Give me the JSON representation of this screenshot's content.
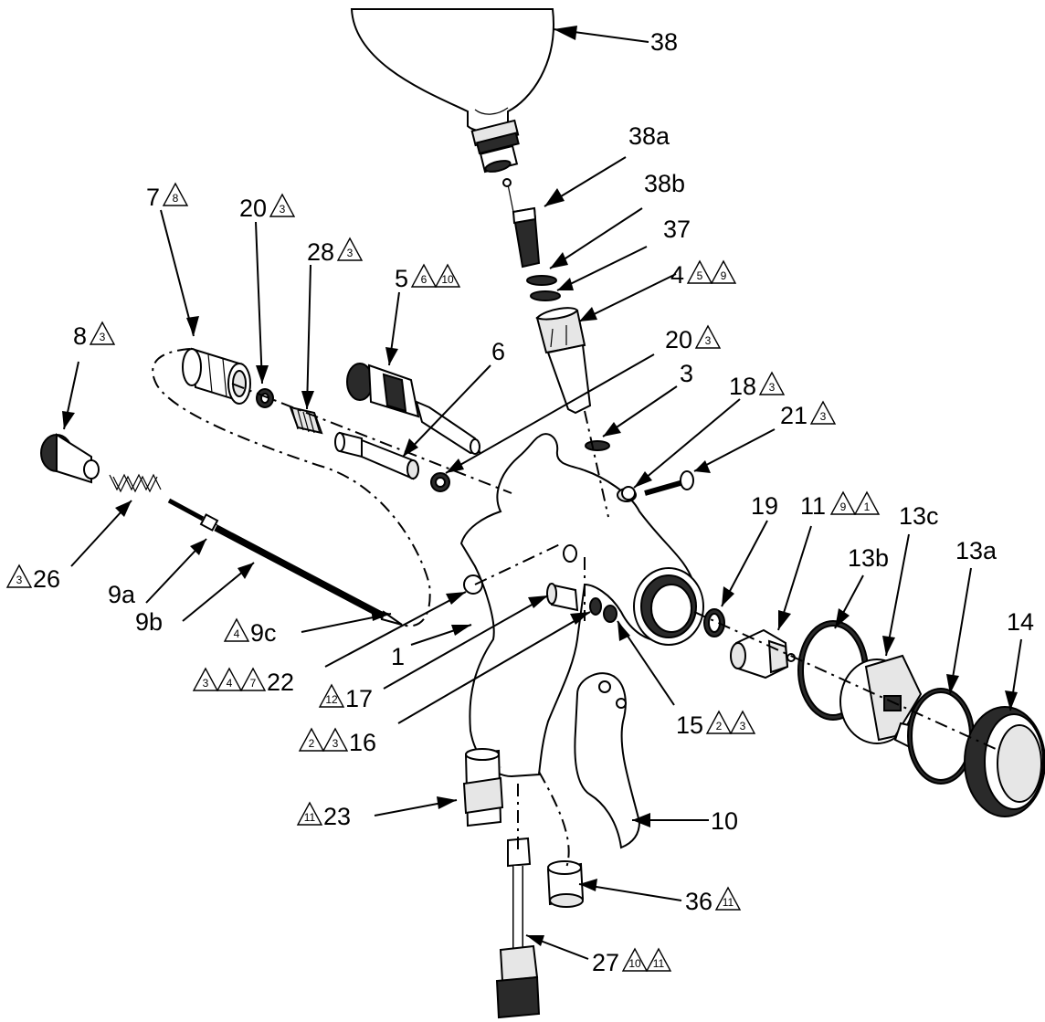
{
  "callouts": [
    {
      "id": "38",
      "text": "38",
      "tri": []
    },
    {
      "id": "38a",
      "text": "38a",
      "tri": []
    },
    {
      "id": "38b",
      "text": "38b",
      "tri": []
    },
    {
      "id": "37",
      "text": "37",
      "tri": []
    },
    {
      "id": "4",
      "text": "4",
      "tri": [
        "5",
        "9"
      ]
    },
    {
      "id": "7",
      "text": "7",
      "tri": [
        "8"
      ]
    },
    {
      "id": "20a",
      "text": "20",
      "tri": [
        "3"
      ]
    },
    {
      "id": "28",
      "text": "28",
      "tri": [
        "3"
      ]
    },
    {
      "id": "5",
      "text": "5",
      "tri": [
        "6",
        "10"
      ]
    },
    {
      "id": "20b",
      "text": "20",
      "tri": [
        "3"
      ]
    },
    {
      "id": "6",
      "text": "6",
      "tri": []
    },
    {
      "id": "3",
      "text": "3",
      "tri": []
    },
    {
      "id": "18",
      "text": "18",
      "tri": [
        "3"
      ]
    },
    {
      "id": "21",
      "text": "21",
      "tri": [
        "3"
      ]
    },
    {
      "id": "8",
      "text": "8",
      "tri": [
        "3"
      ]
    },
    {
      "id": "19",
      "text": "19",
      "tri": []
    },
    {
      "id": "11",
      "text": "11",
      "tri": [
        "9",
        "1"
      ]
    },
    {
      "id": "13b",
      "text": "13b",
      "tri": []
    },
    {
      "id": "13c",
      "text": "13c",
      "tri": []
    },
    {
      "id": "13a",
      "text": "13a",
      "tri": []
    },
    {
      "id": "14",
      "text": "14",
      "tri": []
    },
    {
      "id": "26",
      "text": "26",
      "tri": [
        "3"
      ]
    },
    {
      "id": "9a",
      "text": "9a",
      "tri": []
    },
    {
      "id": "9b",
      "text": "9b",
      "tri": []
    },
    {
      "id": "9c",
      "text": "9c",
      "tri": [
        "4"
      ]
    },
    {
      "id": "22",
      "text": "22",
      "tri": [
        "3",
        "4",
        "7"
      ]
    },
    {
      "id": "1",
      "text": "1",
      "tri": []
    },
    {
      "id": "17",
      "text": "17",
      "tri": [
        "12"
      ]
    },
    {
      "id": "16",
      "text": "16",
      "tri": [
        "2",
        "3"
      ]
    },
    {
      "id": "15",
      "text": "15",
      "tri": [
        "2",
        "3"
      ]
    },
    {
      "id": "23",
      "text": "23",
      "tri": [
        "11"
      ]
    },
    {
      "id": "10",
      "text": "10",
      "tri": []
    },
    {
      "id": "36",
      "text": "36",
      "tri": [
        "11"
      ]
    },
    {
      "id": "27",
      "text": "27",
      "tri": [
        "10",
        "11"
      ]
    }
  ]
}
